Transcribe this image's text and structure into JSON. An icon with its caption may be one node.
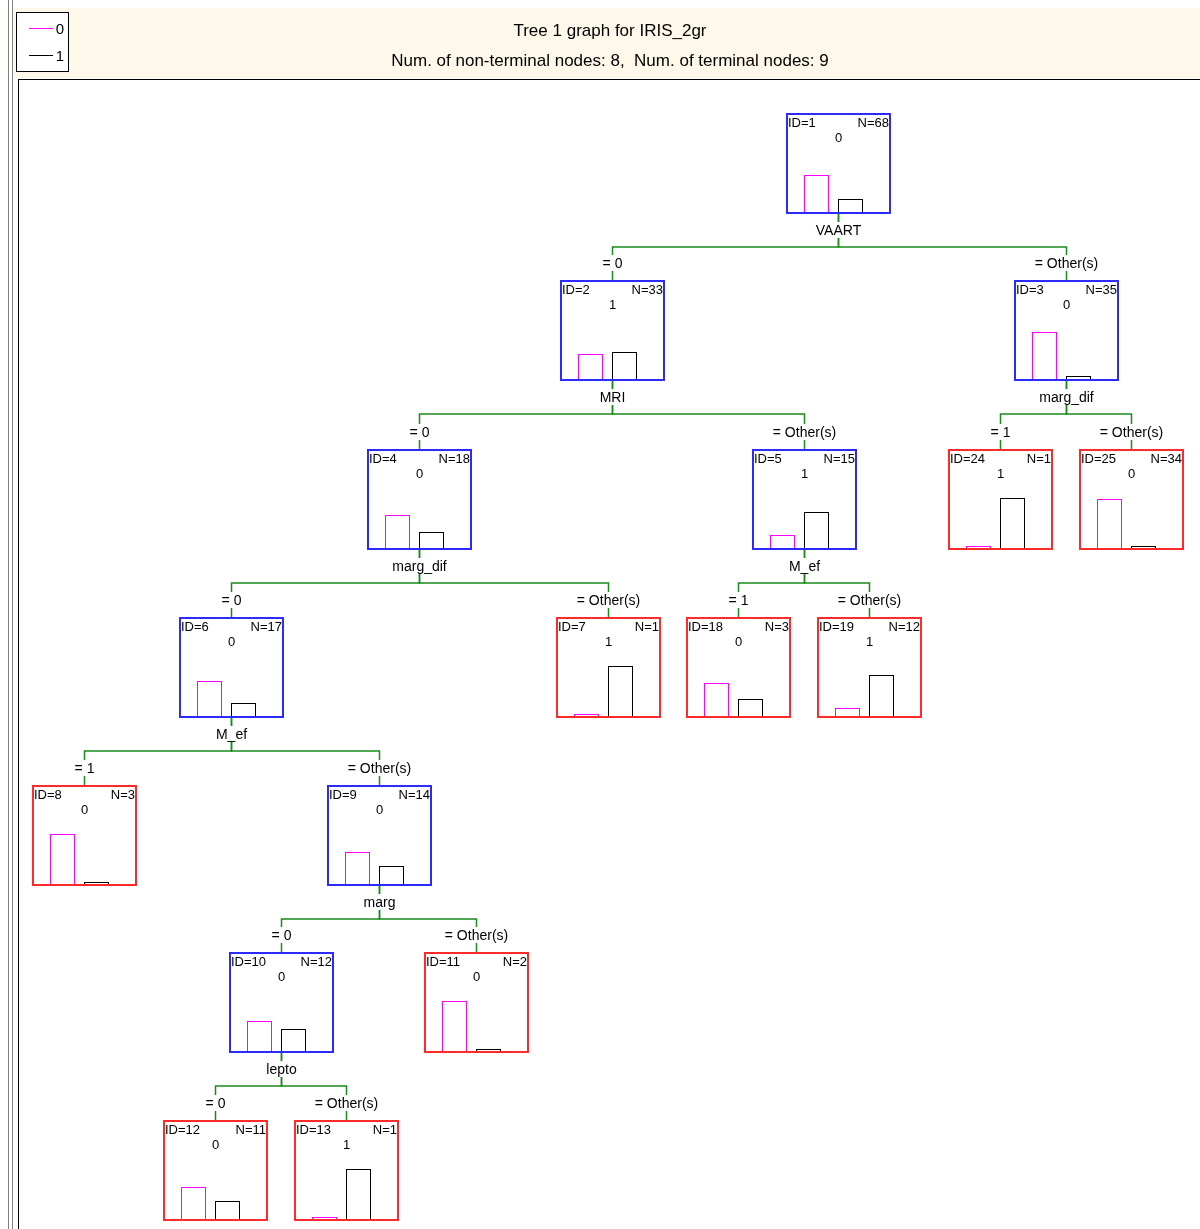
{
  "diagram": {
    "title": "Tree 1 graph for IRIS_2gr",
    "nodes": [
      {
        "text": [
          "ID=1",
          "N=68",
          "0"
        ],
        "beside": [
          "VAART"
        ]
      },
      {
        "text": [
          "ID=2",
          "N=33",
          "1"
        ],
        "beside": [
          "MRI"
        ]
      },
      {
        "text": [
          "ID=3",
          "N=35",
          "0"
        ],
        "beside": [
          "marg_dif"
        ]
      },
      {
        "text": [
          "ID=4",
          "N=18",
          "0"
        ],
        "beside": [
          "marg_dif"
        ]
      },
      {
        "text": [
          "ID=5",
          "N=15",
          "1"
        ],
        "beside": [
          "M_ef"
        ]
      },
      {
        "text": [
          "ID=24",
          "N=1",
          "1"
        ]
      },
      {
        "text": [
          "ID=25",
          "N=34",
          "0"
        ]
      },
      {
        "text": [
          "ID=6",
          "N=17",
          "0"
        ],
        "beside": [
          "M_ef"
        ]
      },
      {
        "text": [
          "ID=7",
          "N=1",
          "1"
        ]
      },
      {
        "text": [
          "ID=18",
          "N=3",
          "0"
        ]
      },
      {
        "text": [
          "ID=19",
          "N=12",
          "1"
        ]
      },
      {
        "text": [
          "ID=8",
          "N=3",
          "0"
        ]
      },
      {
        "text": [
          "ID=9",
          "N=14",
          "0"
        ],
        "beside": [
          "marg"
        ]
      },
      {
        "text": [
          "ID=10",
          "N=12",
          "0"
        ],
        "beside": [
          "lepto"
        ]
      },
      {
        "text": [
          "ID=11",
          "N=2",
          "0"
        ]
      },
      {
        "text": [
          "ID=12",
          "N=11",
          "0"
        ]
      },
      {
        "text": [
          "ID=13",
          "N=1",
          "1"
        ]
      }
    ],
    "edges": [
      {
        "from": 0,
        "to": 1,
        "arrow": "none",
        "label": "= 0"
      },
      {
        "from": 0,
        "to": 2,
        "arrow": "none",
        "label": "= Other(s)"
      },
      {
        "from": 1,
        "to": 3,
        "arrow": "none",
        "label": "= 0"
      },
      {
        "from": 1,
        "to": 4,
        "arrow": "none",
        "label": "= Other(s)"
      },
      {
        "from": 2,
        "to": 5,
        "arrow": "none",
        "label": "= 1"
      },
      {
        "from": 2,
        "to": 6,
        "arrow": "none",
        "label": "= Other(s)"
      },
      {
        "from": 3,
        "to": 7,
        "arrow": "none",
        "label": "= 0"
      },
      {
        "from": 3,
        "to": 8,
        "arrow": "none",
        "label": "= Other(s)"
      },
      {
        "from": 4,
        "to": 9,
        "arrow": "none",
        "label": "= 1"
      },
      {
        "from": 4,
        "to": 10,
        "arrow": "none",
        "label": "= Other(s)"
      },
      {
        "from": 7,
        "to": 11,
        "arrow": "none",
        "label": "= 1"
      },
      {
        "from": 7,
        "to": 12,
        "arrow": "none",
        "label": "= Other(s)"
      },
      {
        "from": 12,
        "to": 13,
        "arrow": "none",
        "label": "= 0"
      },
      {
        "from": 12,
        "to": 14,
        "arrow": "none",
        "label": "= Other(s)"
      },
      {
        "from": 13,
        "to": 15,
        "arrow": "none",
        "label": "= 0"
      },
      {
        "from": 13,
        "to": 16,
        "arrow": "none",
        "label": "= Other(s)"
      }
    ],
    "labels": [
      "Num. of non-terminal nodes: 8,  Num. of terminal nodes: 9"
    ],
    "legend": [
      {
        "text": "0"
      },
      {
        "text": "1"
      }
    ]
  }
}
